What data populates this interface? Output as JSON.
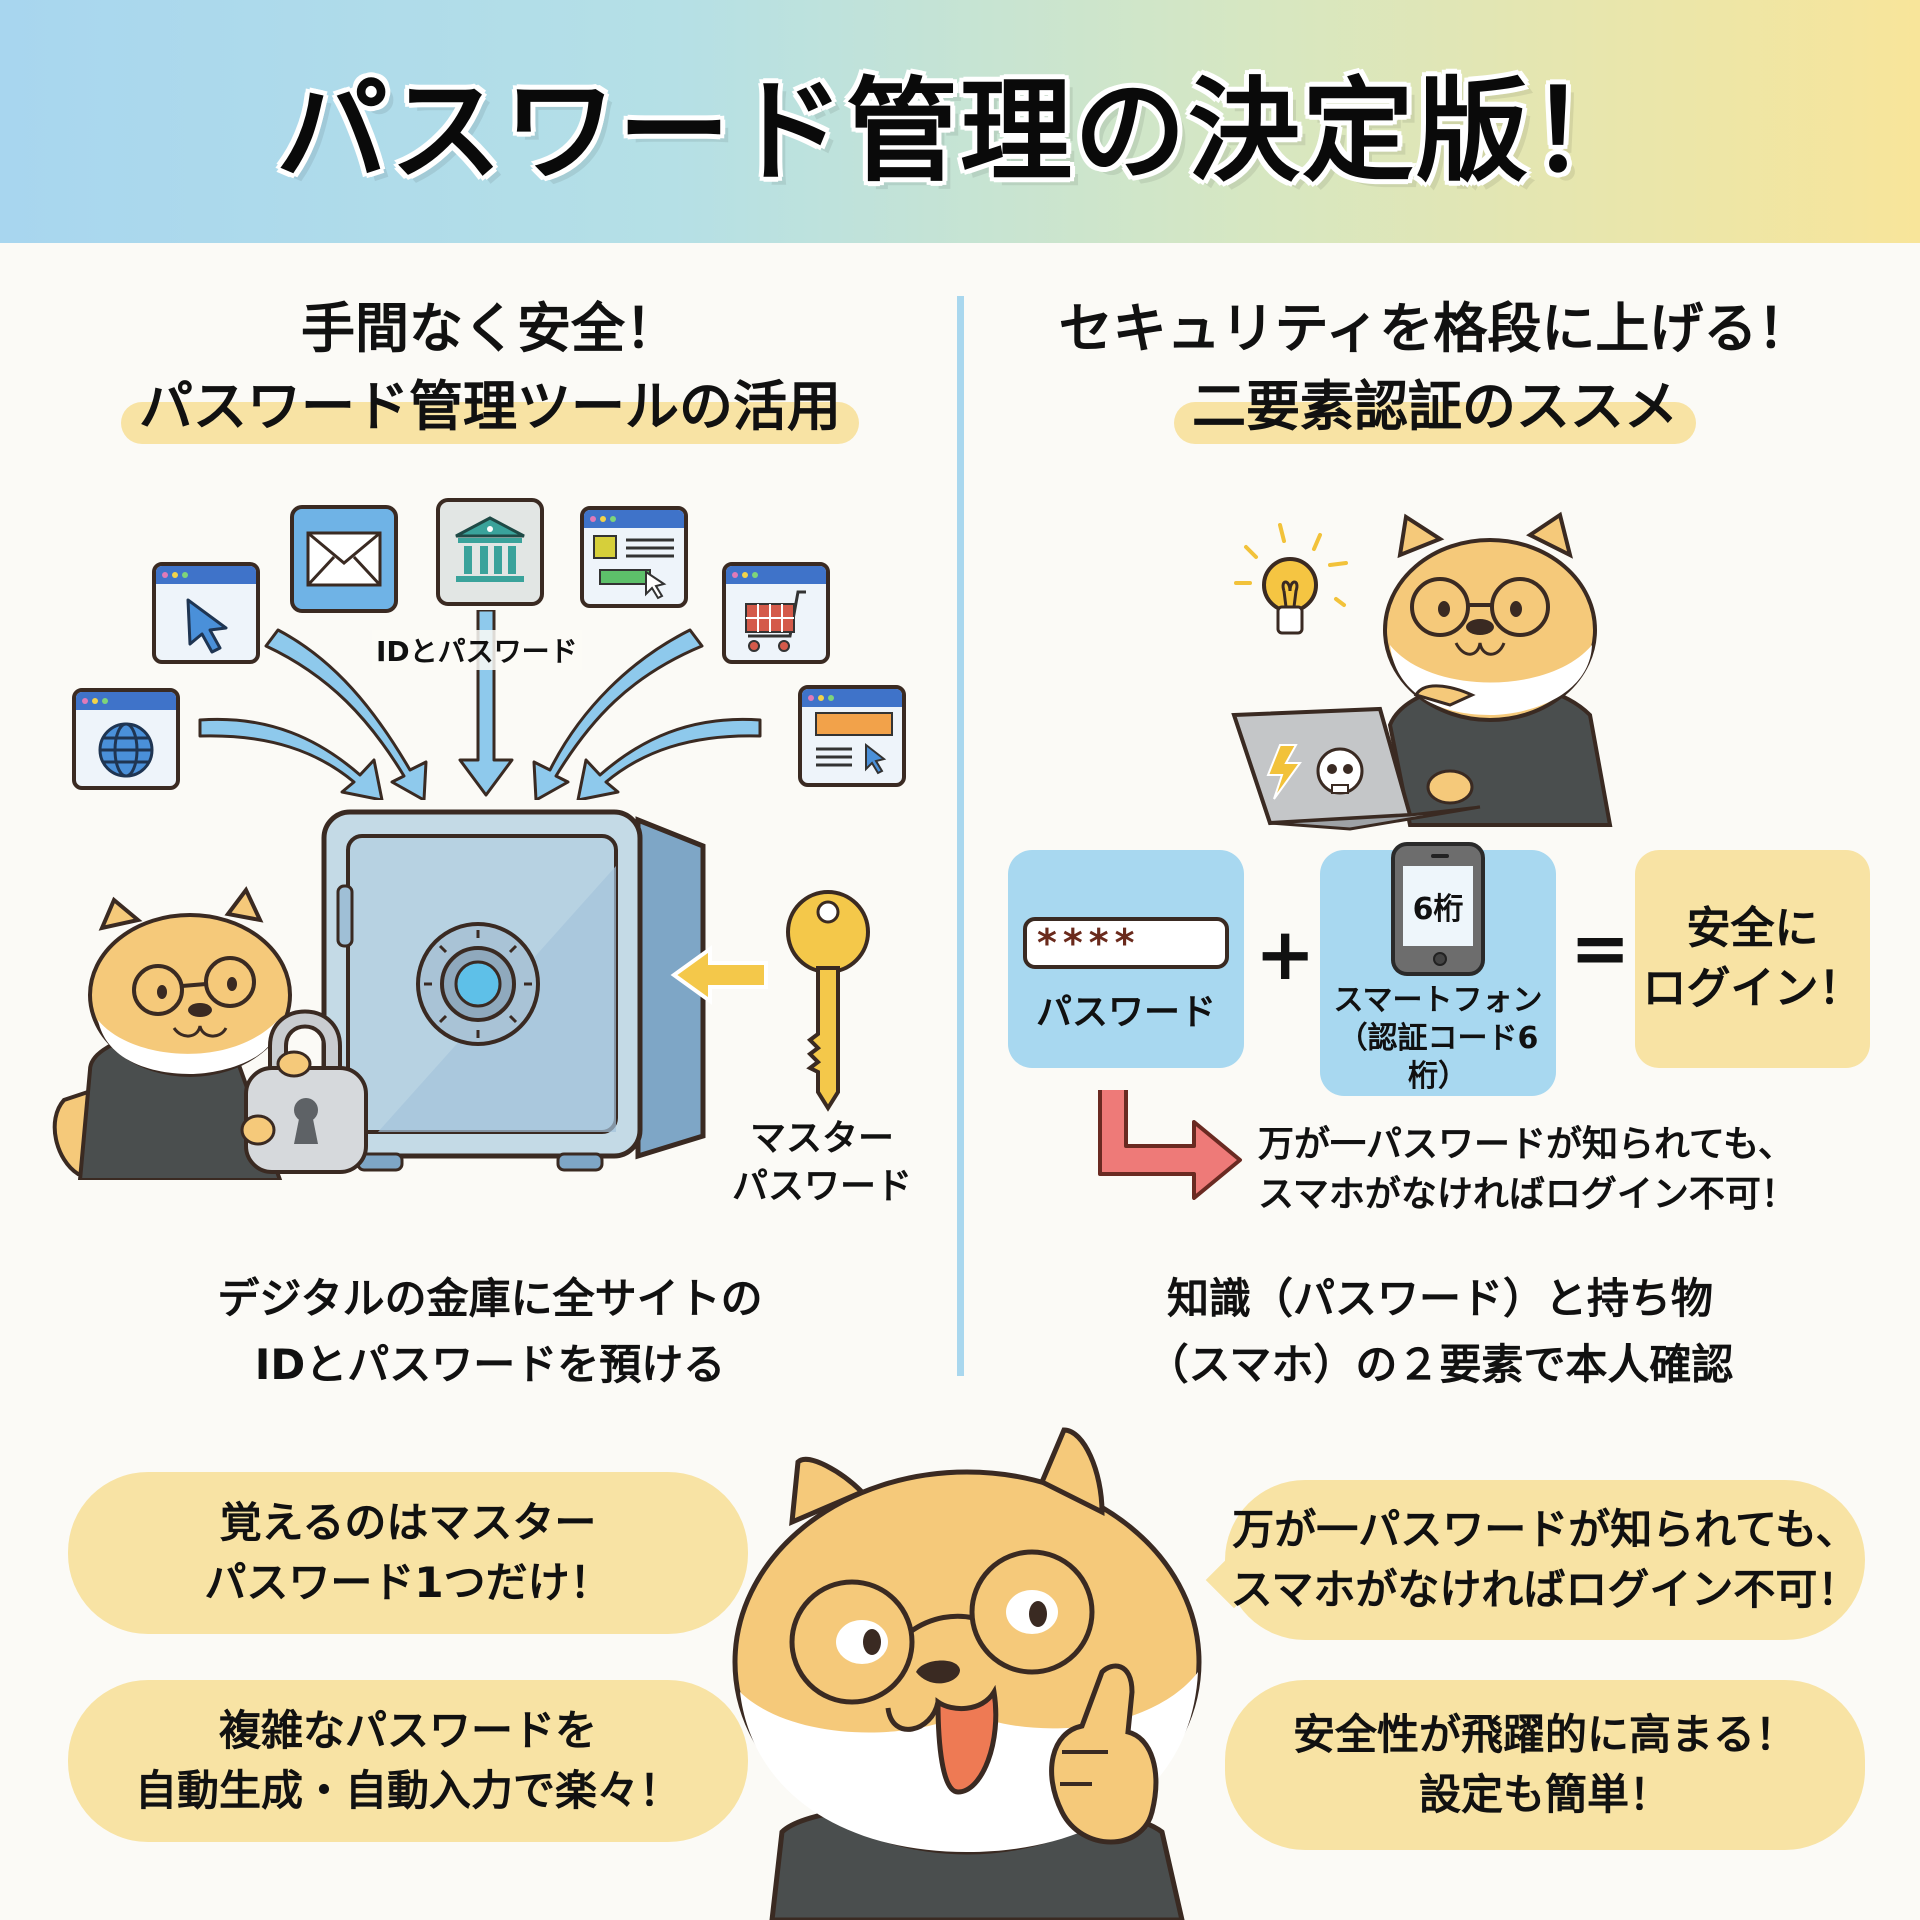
{
  "banner": {
    "title": "パスワード管理の決定版！"
  },
  "colors": {
    "banner_gradient": [
      "#a8d6ef",
      "#b5e0e6",
      "#d6e7c2",
      "#f8e59a"
    ],
    "highlight": "#f8e3a4",
    "card_blue": "#a8d8f0",
    "card_yellow": "#f8e3a4",
    "divider": "#a9d7ee",
    "arrow_blue": "#8ec9ec",
    "note_arrow_red": "#ee7a78",
    "outline": "#3a2a22"
  },
  "left_section": {
    "heading_line1": "手間なく安全！",
    "heading_line2": "パスワード管理ツールの活用",
    "site_icons": [
      {
        "name": "globe-icon"
      },
      {
        "name": "cursor-icon"
      },
      {
        "name": "mail-icon"
      },
      {
        "name": "bank-icon"
      },
      {
        "name": "form-icon"
      },
      {
        "name": "cart-icon"
      },
      {
        "name": "web-page-icon"
      }
    ],
    "arrows_label": "IDとパスワード",
    "safe_icon": "safe-icon",
    "padlock_icon": "padlock-icon",
    "key_icon": "key-icon",
    "key_label_line1": "マスター",
    "key_label_line2": "パスワード",
    "caption_line1": "デジタルの金庫に全サイトの",
    "caption_line2": "IDとパスワードを預ける"
  },
  "right_section": {
    "heading_line1": "セキュリティを格段に上げる！",
    "heading_line2": "二要素認証のススメ",
    "password_card": {
      "field_value": "****",
      "label": "パスワード"
    },
    "plus": "+",
    "smartphone_card": {
      "screen_text": "6桁",
      "label_line1": "スマートフォン",
      "label_line2": "（認証コード6桁）"
    },
    "equals": "=",
    "result_card": {
      "line1": "安全に",
      "line2": "ログイン！"
    },
    "note_line1": "万が一パスワードが知られても、",
    "note_line2": "スマホがなければログイン不可！",
    "caption_line1": "知識（パスワード）と持ち物",
    "caption_line2": "（スマホ）の２要素で本人確認"
  },
  "bubbles": [
    {
      "line1": "覚えるのはマスター",
      "line2": "パスワード1つだけ！"
    },
    {
      "line1": "複雑なパスワードを",
      "line2": "自動生成・自動入力で楽々！"
    },
    {
      "line1": "万が一パスワードが知られても、",
      "line2": "スマホがなければログイン不可！"
    },
    {
      "line1": "安全性が飛躍的に高まる！",
      "line2": "設定も簡単！"
    }
  ]
}
